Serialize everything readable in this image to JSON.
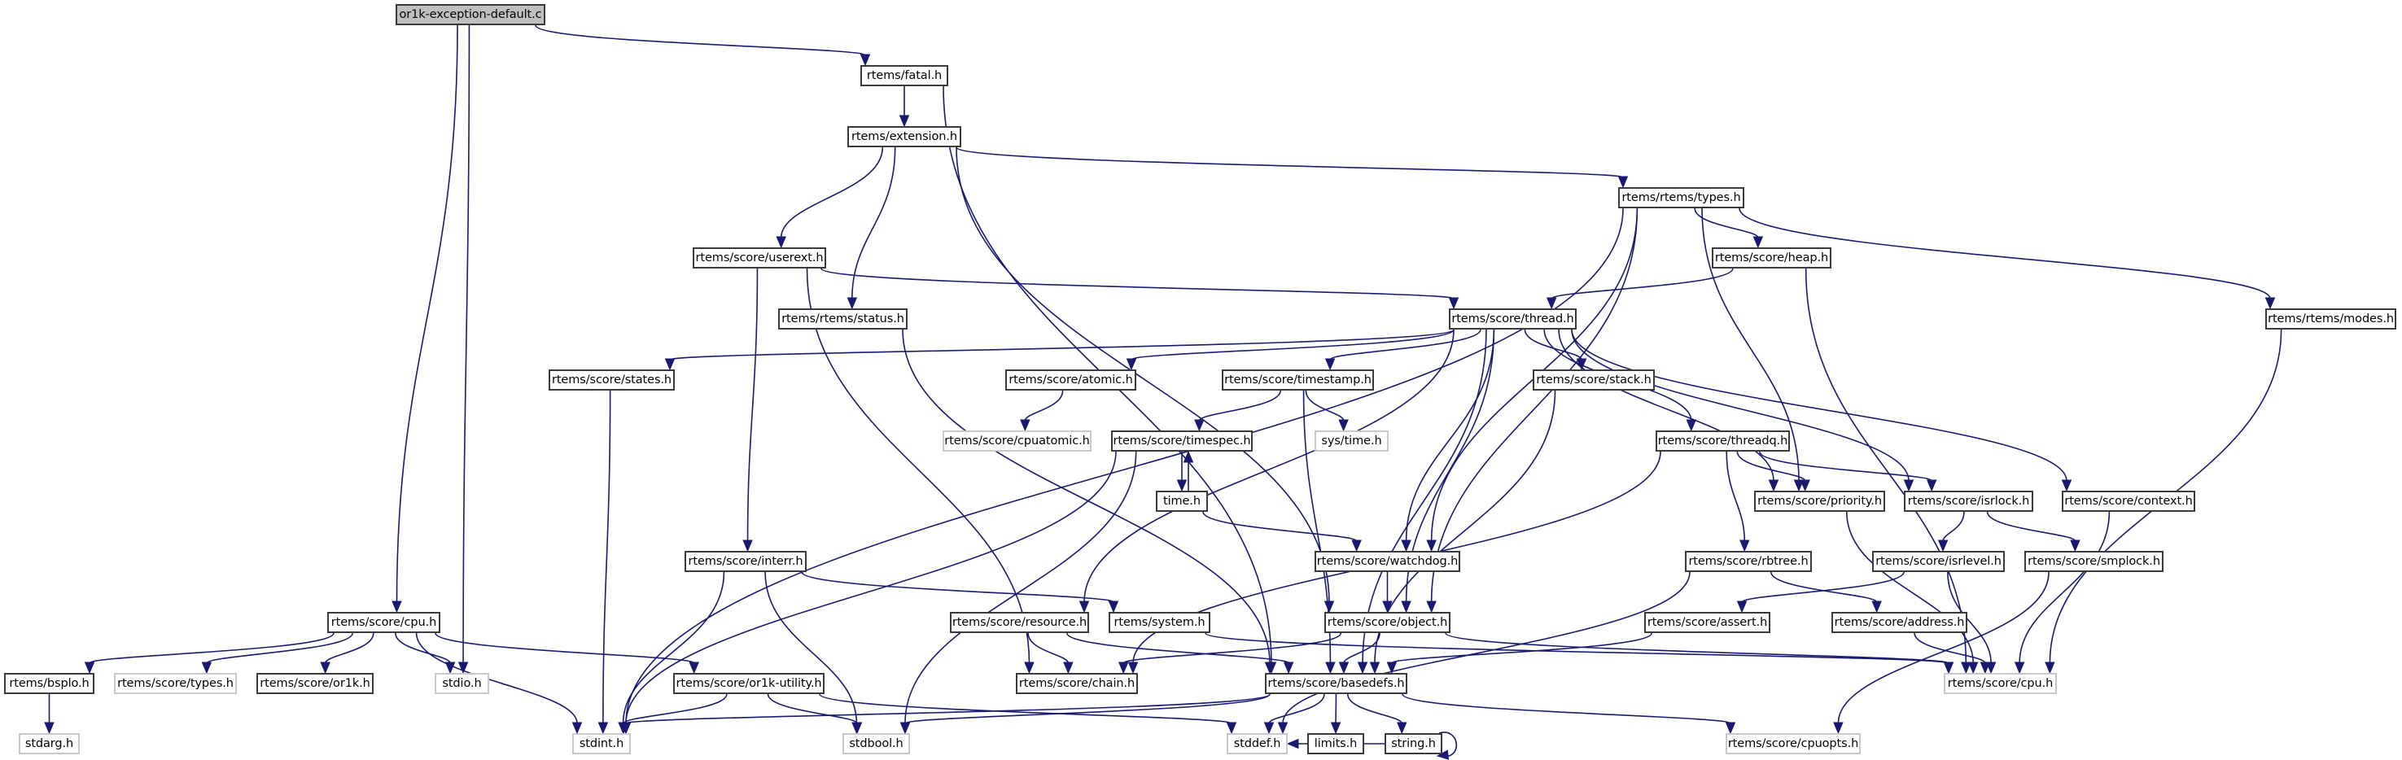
{
  "title": "or1k-exception-default.c",
  "colors": {
    "edge": "#191970",
    "root_fill": "#bfbfbf",
    "node_border": "#3a3a3a",
    "external_border": "#c8c8c8"
  },
  "nodes": [
    {
      "id": "root",
      "label": "or1k-exception-default.c",
      "kind": "root"
    },
    {
      "id": "fatal",
      "label": "rtems/fatal.h",
      "kind": "documented"
    },
    {
      "id": "extension",
      "label": "rtems/extension.h",
      "kind": "documented"
    },
    {
      "id": "rtypes",
      "label": "rtems/rtems/types.h",
      "kind": "documented"
    },
    {
      "id": "userext",
      "label": "rtems/score/userext.h",
      "kind": "documented"
    },
    {
      "id": "heap",
      "label": "rtems/score/heap.h",
      "kind": "documented"
    },
    {
      "id": "modes",
      "label": "rtems/rtems/modes.h",
      "kind": "documented"
    },
    {
      "id": "status",
      "label": "rtems/rtems/status.h",
      "kind": "documented"
    },
    {
      "id": "thread",
      "label": "rtems/score/thread.h",
      "kind": "documented"
    },
    {
      "id": "states",
      "label": "rtems/score/states.h",
      "kind": "documented"
    },
    {
      "id": "atomic",
      "label": "rtems/score/atomic.h",
      "kind": "documented"
    },
    {
      "id": "timestamp",
      "label": "rtems/score/timestamp.h",
      "kind": "documented"
    },
    {
      "id": "stack",
      "label": "rtems/score/stack.h",
      "kind": "documented"
    },
    {
      "id": "cpuatomic",
      "label": "rtems/score/cpuatomic.h",
      "kind": "external"
    },
    {
      "id": "timespec",
      "label": "rtems/score/timespec.h",
      "kind": "documented"
    },
    {
      "id": "systime",
      "label": "sys/time.h",
      "kind": "external"
    },
    {
      "id": "threadq",
      "label": "rtems/score/threadq.h",
      "kind": "documented"
    },
    {
      "id": "time",
      "label": "time.h",
      "kind": "documented"
    },
    {
      "id": "priority",
      "label": "rtems/score/priority.h",
      "kind": "documented"
    },
    {
      "id": "isrlock",
      "label": "rtems/score/isrlock.h",
      "kind": "documented"
    },
    {
      "id": "context",
      "label": "rtems/score/context.h",
      "kind": "documented"
    },
    {
      "id": "interr",
      "label": "rtems/score/interr.h",
      "kind": "documented"
    },
    {
      "id": "watchdog",
      "label": "rtems/score/watchdog.h",
      "kind": "documented"
    },
    {
      "id": "rbtree",
      "label": "rtems/score/rbtree.h",
      "kind": "documented"
    },
    {
      "id": "isrlevel",
      "label": "rtems/score/isrlevel.h",
      "kind": "documented"
    },
    {
      "id": "smplock",
      "label": "rtems/score/smplock.h",
      "kind": "documented"
    },
    {
      "id": "cpudoc",
      "label": "rtems/score/cpu.h",
      "kind": "documented"
    },
    {
      "id": "resource",
      "label": "rtems/score/resource.h",
      "kind": "documented"
    },
    {
      "id": "system",
      "label": "rtems/system.h",
      "kind": "documented"
    },
    {
      "id": "object",
      "label": "rtems/score/object.h",
      "kind": "documented"
    },
    {
      "id": "assert",
      "label": "rtems/score/assert.h",
      "kind": "documented"
    },
    {
      "id": "address",
      "label": "rtems/score/address.h",
      "kind": "documented"
    },
    {
      "id": "bsplo",
      "label": "rtems/bsplo.h",
      "kind": "documented"
    },
    {
      "id": "stypes",
      "label": "rtems/score/types.h",
      "kind": "external"
    },
    {
      "id": "or1k",
      "label": "rtems/score/or1k.h",
      "kind": "documented"
    },
    {
      "id": "stdio",
      "label": "stdio.h",
      "kind": "external"
    },
    {
      "id": "or1kutil",
      "label": "rtems/score/or1k-utility.h",
      "kind": "documented"
    },
    {
      "id": "chain",
      "label": "rtems/score/chain.h",
      "kind": "documented"
    },
    {
      "id": "basedefs",
      "label": "rtems/score/basedefs.h",
      "kind": "documented"
    },
    {
      "id": "cpuext",
      "label": "rtems/score/cpu.h",
      "kind": "external"
    },
    {
      "id": "stdarg",
      "label": "stdarg.h",
      "kind": "external"
    },
    {
      "id": "stdint",
      "label": "stdint.h",
      "kind": "external"
    },
    {
      "id": "stdbool",
      "label": "stdbool.h",
      "kind": "external"
    },
    {
      "id": "stddef",
      "label": "stddef.h",
      "kind": "external"
    },
    {
      "id": "limits",
      "label": "limits.h",
      "kind": "documented"
    },
    {
      "id": "string",
      "label": "string.h",
      "kind": "documented"
    },
    {
      "id": "cpuopts",
      "label": "rtems/score/cpuopts.h",
      "kind": "external"
    }
  ],
  "edges": [
    [
      "root",
      "fatal"
    ],
    [
      "root",
      "cpudoc"
    ],
    [
      "root",
      "stdio"
    ],
    [
      "fatal",
      "extension"
    ],
    [
      "fatal",
      "basedefs"
    ],
    [
      "extension",
      "rtypes"
    ],
    [
      "extension",
      "userext"
    ],
    [
      "extension",
      "status"
    ],
    [
      "extension",
      "object"
    ],
    [
      "rtypes",
      "heap"
    ],
    [
      "rtypes",
      "modes"
    ],
    [
      "rtypes",
      "stdint"
    ],
    [
      "rtypes",
      "watchdog"
    ],
    [
      "rtypes",
      "object"
    ],
    [
      "rtypes",
      "priority"
    ],
    [
      "userext",
      "thread"
    ],
    [
      "userext",
      "interr"
    ],
    [
      "userext",
      "chain"
    ],
    [
      "status",
      "basedefs"
    ],
    [
      "heap",
      "thread"
    ],
    [
      "heap",
      "cpuext"
    ],
    [
      "modes",
      "cpuext"
    ],
    [
      "thread",
      "states"
    ],
    [
      "thread",
      "atomic"
    ],
    [
      "thread",
      "timestamp"
    ],
    [
      "thread",
      "stack"
    ],
    [
      "thread",
      "threadq"
    ],
    [
      "thread",
      "priority"
    ],
    [
      "thread",
      "isrlock"
    ],
    [
      "thread",
      "context"
    ],
    [
      "thread",
      "resource"
    ],
    [
      "thread",
      "watchdog"
    ],
    [
      "thread",
      "object"
    ],
    [
      "thread",
      "basedefs"
    ],
    [
      "states",
      "stdint"
    ],
    [
      "atomic",
      "cpuatomic"
    ],
    [
      "timestamp",
      "timespec"
    ],
    [
      "timestamp",
      "systime"
    ],
    [
      "timestamp",
      "basedefs"
    ],
    [
      "timespec",
      "time"
    ],
    [
      "timespec",
      "stdint"
    ],
    [
      "timespec",
      "stdbool"
    ],
    [
      "time",
      "timespec"
    ],
    [
      "time",
      "watchdog"
    ],
    [
      "stack",
      "basedefs"
    ],
    [
      "threadq",
      "priority"
    ],
    [
      "threadq",
      "isrlock"
    ],
    [
      "threadq",
      "rbtree"
    ],
    [
      "threadq",
      "chain"
    ],
    [
      "priority",
      "cpuext"
    ],
    [
      "isrlock",
      "isrlevel"
    ],
    [
      "isrlock",
      "smplock"
    ],
    [
      "context",
      "cpuext"
    ],
    [
      "interr",
      "system"
    ],
    [
      "interr",
      "stdint"
    ],
    [
      "interr",
      "stdbool"
    ],
    [
      "watchdog",
      "object"
    ],
    [
      "rbtree",
      "address"
    ],
    [
      "rbtree",
      "stddef"
    ],
    [
      "isrlevel",
      "assert"
    ],
    [
      "isrlevel",
      "cpuext"
    ],
    [
      "smplock",
      "cpuopts"
    ],
    [
      "cpudoc",
      "bsplo"
    ],
    [
      "cpudoc",
      "stypes"
    ],
    [
      "cpudoc",
      "or1k"
    ],
    [
      "cpudoc",
      "stdio"
    ],
    [
      "cpudoc",
      "stdint"
    ],
    [
      "cpudoc",
      "or1kutil"
    ],
    [
      "resource",
      "chain"
    ],
    [
      "resource",
      "basedefs"
    ],
    [
      "system",
      "cpuext"
    ],
    [
      "object",
      "chain"
    ],
    [
      "object",
      "basedefs"
    ],
    [
      "object",
      "cpuext"
    ],
    [
      "assert",
      "basedefs"
    ],
    [
      "address",
      "cpuext"
    ],
    [
      "bsplo",
      "stdarg"
    ],
    [
      "or1kutil",
      "stdint"
    ],
    [
      "or1kutil",
      "stdbool"
    ],
    [
      "or1kutil",
      "stddef"
    ],
    [
      "basedefs",
      "stdint"
    ],
    [
      "basedefs",
      "stdbool"
    ],
    [
      "basedefs",
      "stddef"
    ],
    [
      "basedefs",
      "limits"
    ],
    [
      "basedefs",
      "string"
    ],
    [
      "basedefs",
      "cpuopts"
    ],
    [
      "string",
      "string"
    ],
    [
      "string",
      "stddef"
    ]
  ]
}
